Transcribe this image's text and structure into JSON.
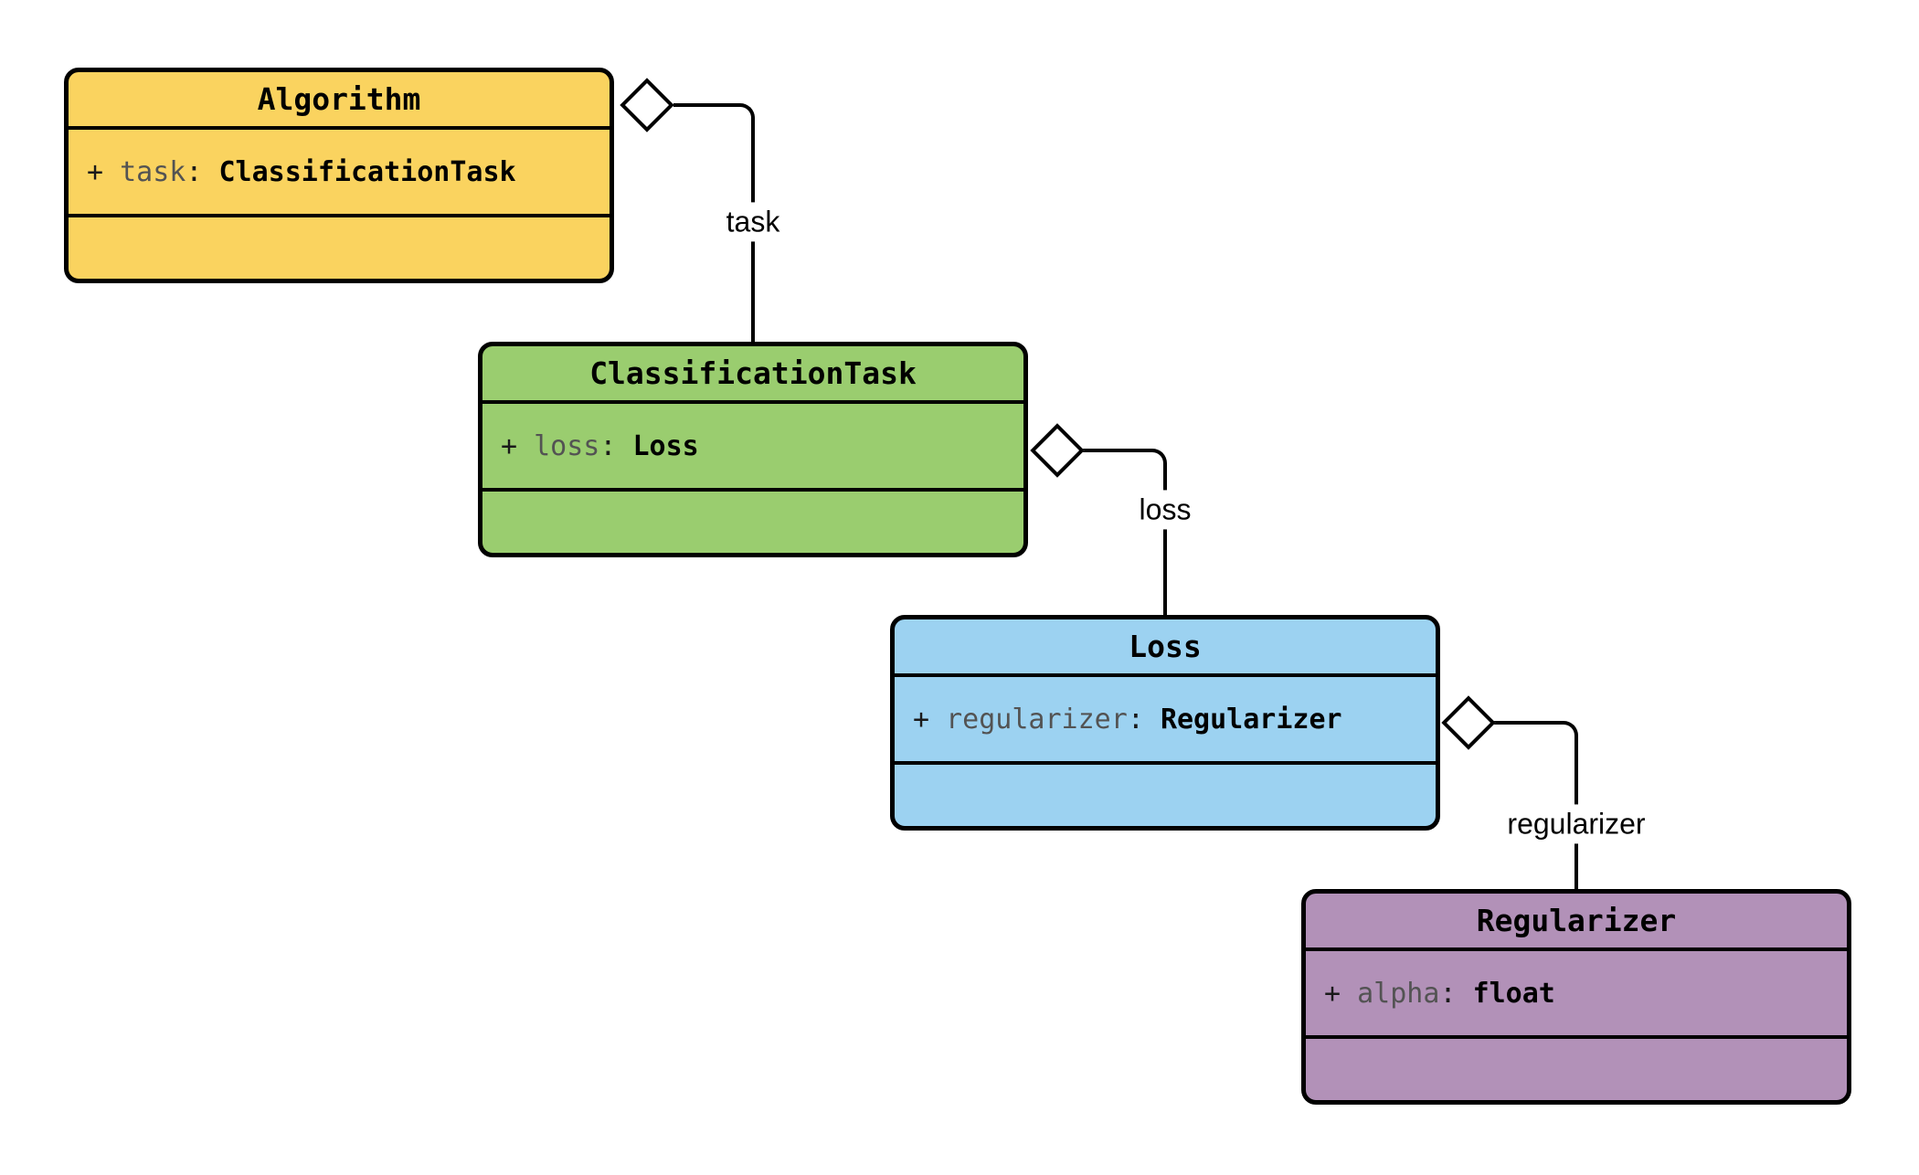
{
  "diagram": {
    "kind": "uml-class-diagram",
    "background_color": "#ffffff",
    "line_color": "#000000",
    "attr_name_color": "#535353",
    "classes": [
      {
        "name": "Algorithm",
        "fill": "#FAD35F",
        "attributes": [
          {
            "visibility": "+ ",
            "name": "task",
            "separator": ": ",
            "type": "ClassificationTask"
          }
        ],
        "methods": []
      },
      {
        "name": "ClassificationTask",
        "fill": "#9ACD6F",
        "attributes": [
          {
            "visibility": "+ ",
            "name": "loss",
            "separator": ": ",
            "type": "Loss"
          }
        ],
        "methods": []
      },
      {
        "name": "Loss",
        "fill": "#9CD2F1",
        "attributes": [
          {
            "visibility": "+ ",
            "name": "regularizer",
            "separator": ": ",
            "type": "Regularizer"
          }
        ],
        "methods": []
      },
      {
        "name": "Regularizer",
        "fill": "#B291B8",
        "attributes": [
          {
            "visibility": "+ ",
            "name": "alpha",
            "separator": ": ",
            "type": "float"
          }
        ],
        "methods": []
      }
    ],
    "edges": [
      {
        "label": "task",
        "from": "Algorithm",
        "to": "ClassificationTask",
        "relation": "aggregation"
      },
      {
        "label": "loss",
        "from": "ClassificationTask",
        "to": "Loss",
        "relation": "aggregation"
      },
      {
        "label": "regularizer",
        "from": "Loss",
        "to": "Regularizer",
        "relation": "aggregation"
      }
    ]
  }
}
